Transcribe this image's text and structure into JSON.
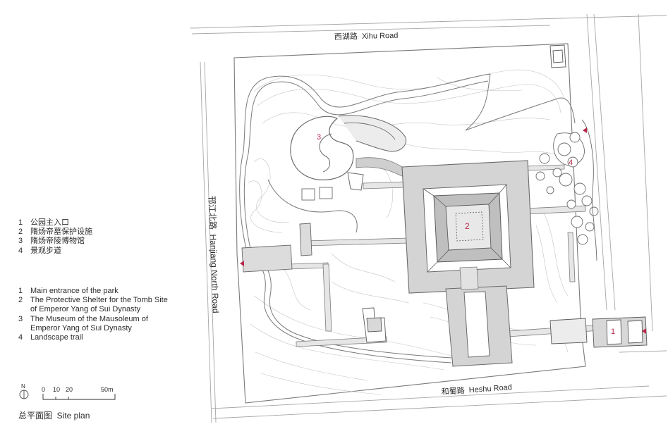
{
  "roads": {
    "north": "西湖路  Xihu Road",
    "west": "邗江北路  Hanjiang North Road",
    "south": "和蜀路  Heshu Road"
  },
  "markers": [
    "1",
    "2",
    "3",
    "4"
  ],
  "legend_cn": [
    {
      "num": "1",
      "text": "公园主入口"
    },
    {
      "num": "2",
      "text": "隋炀帝墓保护设施"
    },
    {
      "num": "3",
      "text": "隋炀帝陵博物馆"
    },
    {
      "num": "4",
      "text": "景观步道"
    }
  ],
  "legend_en": [
    {
      "num": "1",
      "text": "Main entrance of the park"
    },
    {
      "num": "2",
      "text": "The Protective Shelter for the Tomb Site"
    },
    {
      "num": "",
      "text": "of Emperor Yang of Sui Dynasty"
    },
    {
      "num": "3",
      "text": "The Museum of the Mausoleum of"
    },
    {
      "num": "",
      "text": "Emperor Yang of Sui Dynasty"
    },
    {
      "num": "4",
      "text": "Landscape trail"
    }
  ],
  "north_arrow": "N",
  "scale": {
    "ticks": [
      "0",
      "10",
      "20",
      "50m"
    ]
  },
  "title": "总平面图  Site plan",
  "colors": {
    "line": "#6a6a6a",
    "accent": "#b8294a",
    "fill_grey": "#cfcfcf",
    "background": "#ffffff"
  }
}
